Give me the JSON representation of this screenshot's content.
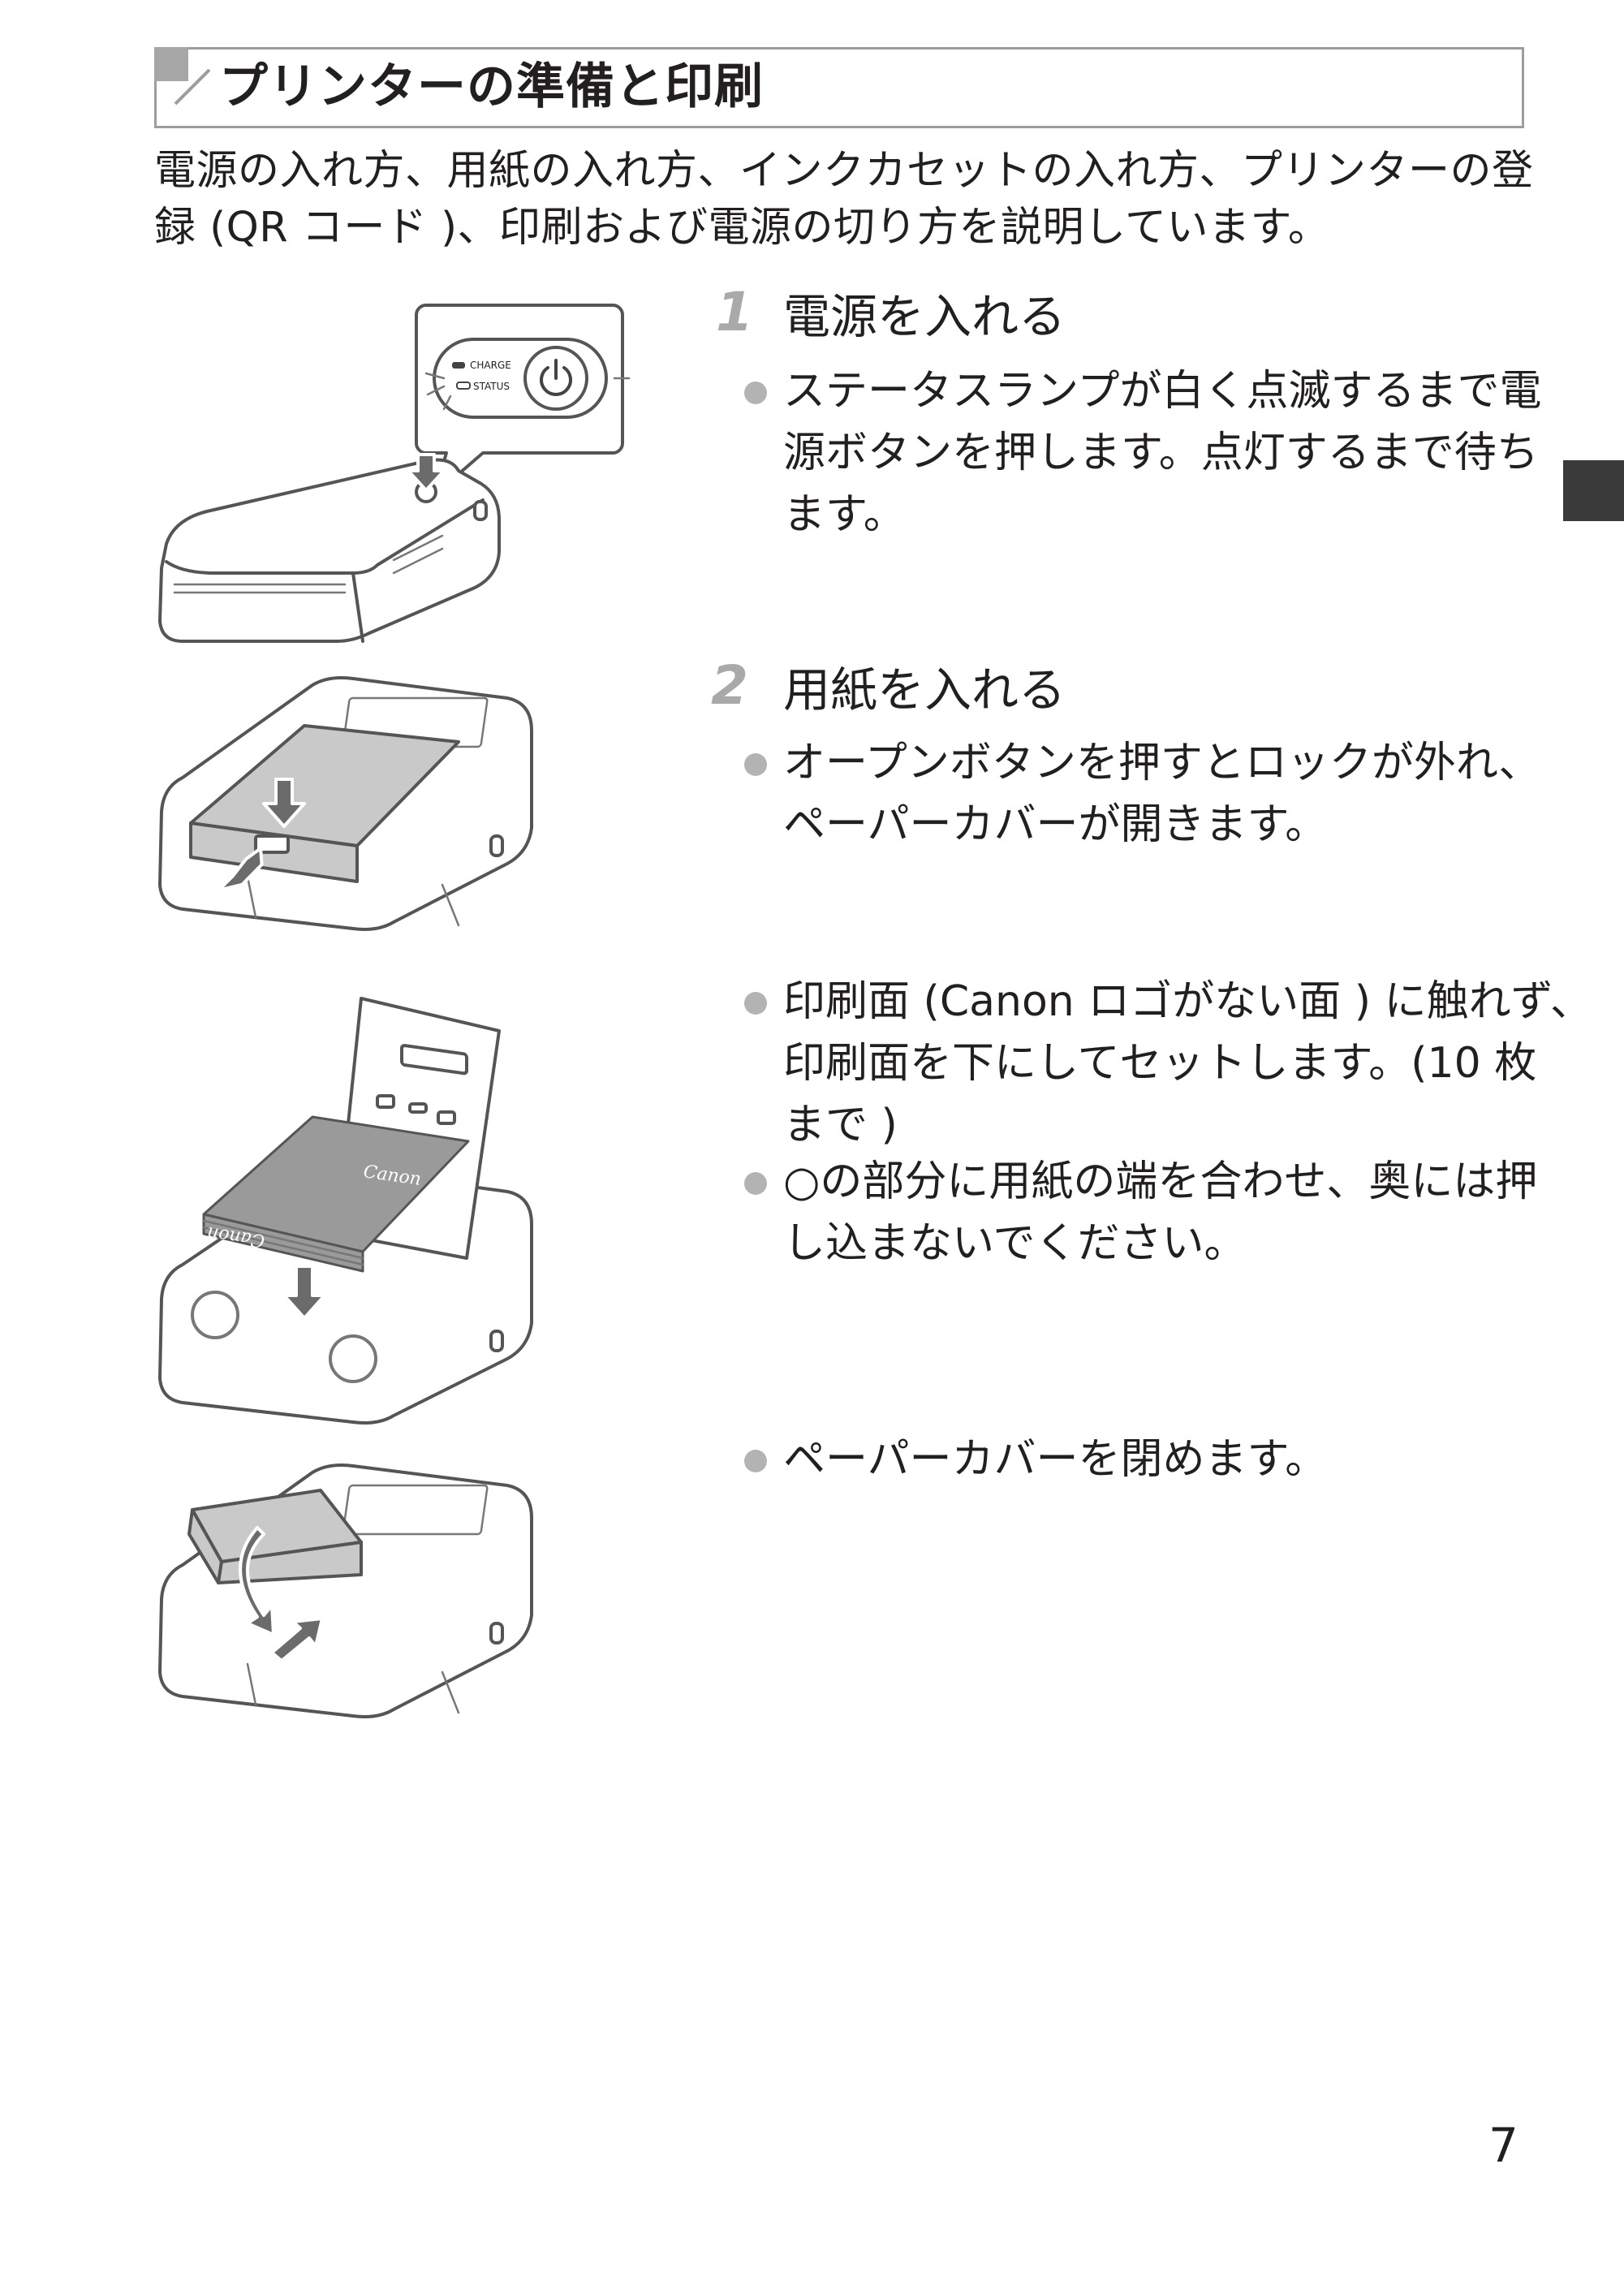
{
  "section": {
    "title": "プリンターの準備と印刷",
    "intro_lines": [
      "電源の入れ方、用紙の入れ方、インクカセットの入れ方、プリンターの登",
      "録 (QR コード )、印刷および電源の切り方を説明しています。"
    ]
  },
  "steps": [
    {
      "number": "1",
      "title": "電源を入れる",
      "bullets": [
        [
          "ステータスランプが白く点滅するまで電",
          "源ボタンを押します。点灯するまで待ち",
          "ます。"
        ]
      ]
    },
    {
      "number": "2",
      "title": "用紙を入れる",
      "bullets": [
        [
          "オープンボタンを押すとロックが外れ、",
          "ペーパーカバーが開きます。"
        ],
        [
          "印刷面 (Canon ロゴがない面 ) に触れず、",
          "印刷面を下にしてセットします。(10 枚",
          "まで )"
        ],
        [
          "○の部分に用紙の端を合わせ、奥には押",
          "し込まないでください。"
        ],
        [
          "ペーパーカバーを閉めます。"
        ]
      ]
    }
  ],
  "illustrations": {
    "power_panel": {
      "charge_label": "CHARGE",
      "status_label": "STATUS",
      "power_icon": "power-icon"
    },
    "paper_logo": "Canon",
    "paper_logo_mirrored": "Canon"
  },
  "page_number": "7"
}
